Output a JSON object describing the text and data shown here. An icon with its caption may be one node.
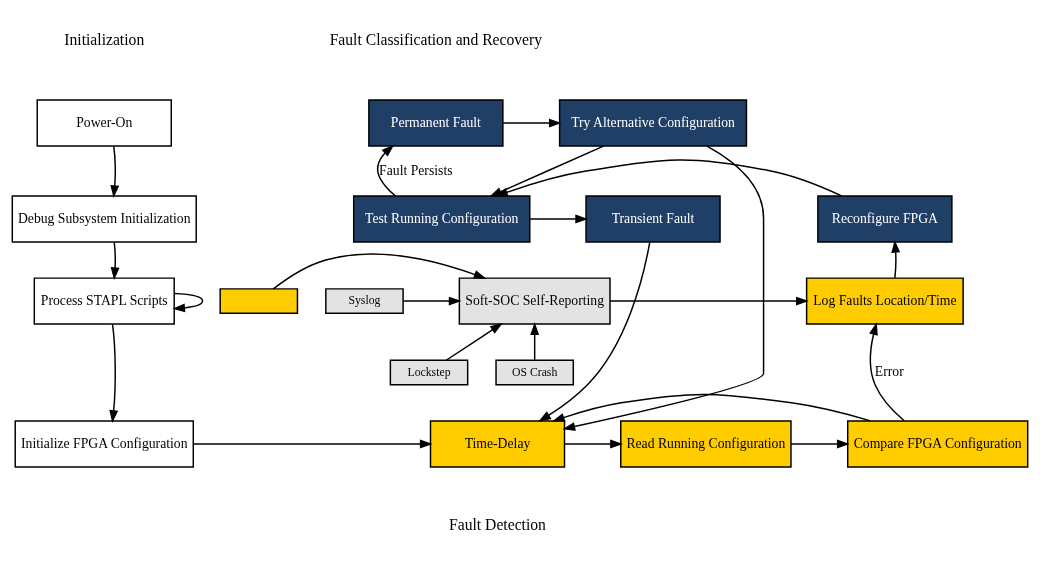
{
  "diagram": {
    "nodes": [
      {
        "text": [
          "Power-On"
        ]
      },
      {
        "text": [
          "Debug Subsystem Initialization"
        ]
      },
      {
        "text": [
          "Process STAPL Scripts"
        ]
      },
      {
        "text": [
          "Initialize FPGA Configuration"
        ]
      },
      {
        "text": [
          "Try Alternative Configuration"
        ]
      },
      {
        "text": [
          "Permanent Fault"
        ]
      },
      {
        "text": [
          "Transient Fault"
        ]
      },
      {
        "text": [
          "Test Running Configuration"
        ]
      },
      {
        "text": [
          "Reconfigure FPGA"
        ]
      },
      {
        "text": [],
        "shape": "box"
      },
      {
        "text": [
          "Lockstep"
        ]
      },
      {
        "text": [
          "Syslog"
        ]
      },
      {
        "text": [
          "OS Crash"
        ]
      },
      {
        "text": [
          "Soft-SOC Self-Reporting"
        ]
      },
      {
        "text": [
          "Log Faults Location/Time"
        ]
      },
      {
        "text": [
          "Time-Delay"
        ]
      },
      {
        "text": [
          "Read Running Configuration"
        ]
      },
      {
        "text": [
          "Compare FPGA Configuration"
        ]
      }
    ],
    "edges": [
      {
        "from": 0,
        "to": 1,
        "arrow": "to"
      },
      {
        "from": 1,
        "to": 2,
        "arrow": "to"
      },
      {
        "from": 2,
        "to": 2,
        "arrow": "to"
      },
      {
        "from": 2,
        "to": 3,
        "arrow": "to"
      },
      {
        "from": 3,
        "to": 15,
        "arrow": "to"
      },
      {
        "from": 7,
        "to": 5,
        "arrow": "to",
        "label": "Fault Persists"
      },
      {
        "from": 5,
        "to": 4,
        "arrow": "to"
      },
      {
        "from": 4,
        "to": 7,
        "arrow": "to"
      },
      {
        "from": 7,
        "to": 6,
        "arrow": "to"
      },
      {
        "from": 8,
        "to": 7,
        "arrow": "to"
      },
      {
        "from": 4,
        "to": 15,
        "arrow": "to"
      },
      {
        "from": 6,
        "to": 15,
        "arrow": "to"
      },
      {
        "from": 9,
        "to": 13,
        "arrow": "to"
      },
      {
        "from": 10,
        "to": 13,
        "arrow": "to"
      },
      {
        "from": 11,
        "to": 13,
        "arrow": "to"
      },
      {
        "from": 12,
        "to": 13,
        "arrow": "to"
      },
      {
        "from": 13,
        "to": 14,
        "arrow": "to"
      },
      {
        "from": 14,
        "to": 8,
        "arrow": "to"
      },
      {
        "from": 15,
        "to": 16,
        "arrow": "to"
      },
      {
        "from": 16,
        "to": 17,
        "arrow": "to"
      },
      {
        "from": 17,
        "to": 14,
        "arrow": "to",
        "label": "Error"
      },
      {
        "from": 17,
        "to": 15,
        "arrow": "to"
      }
    ],
    "labels": [
      "Initialization",
      "Fault Classification and Recovery",
      "Fault Detection"
    ]
  }
}
